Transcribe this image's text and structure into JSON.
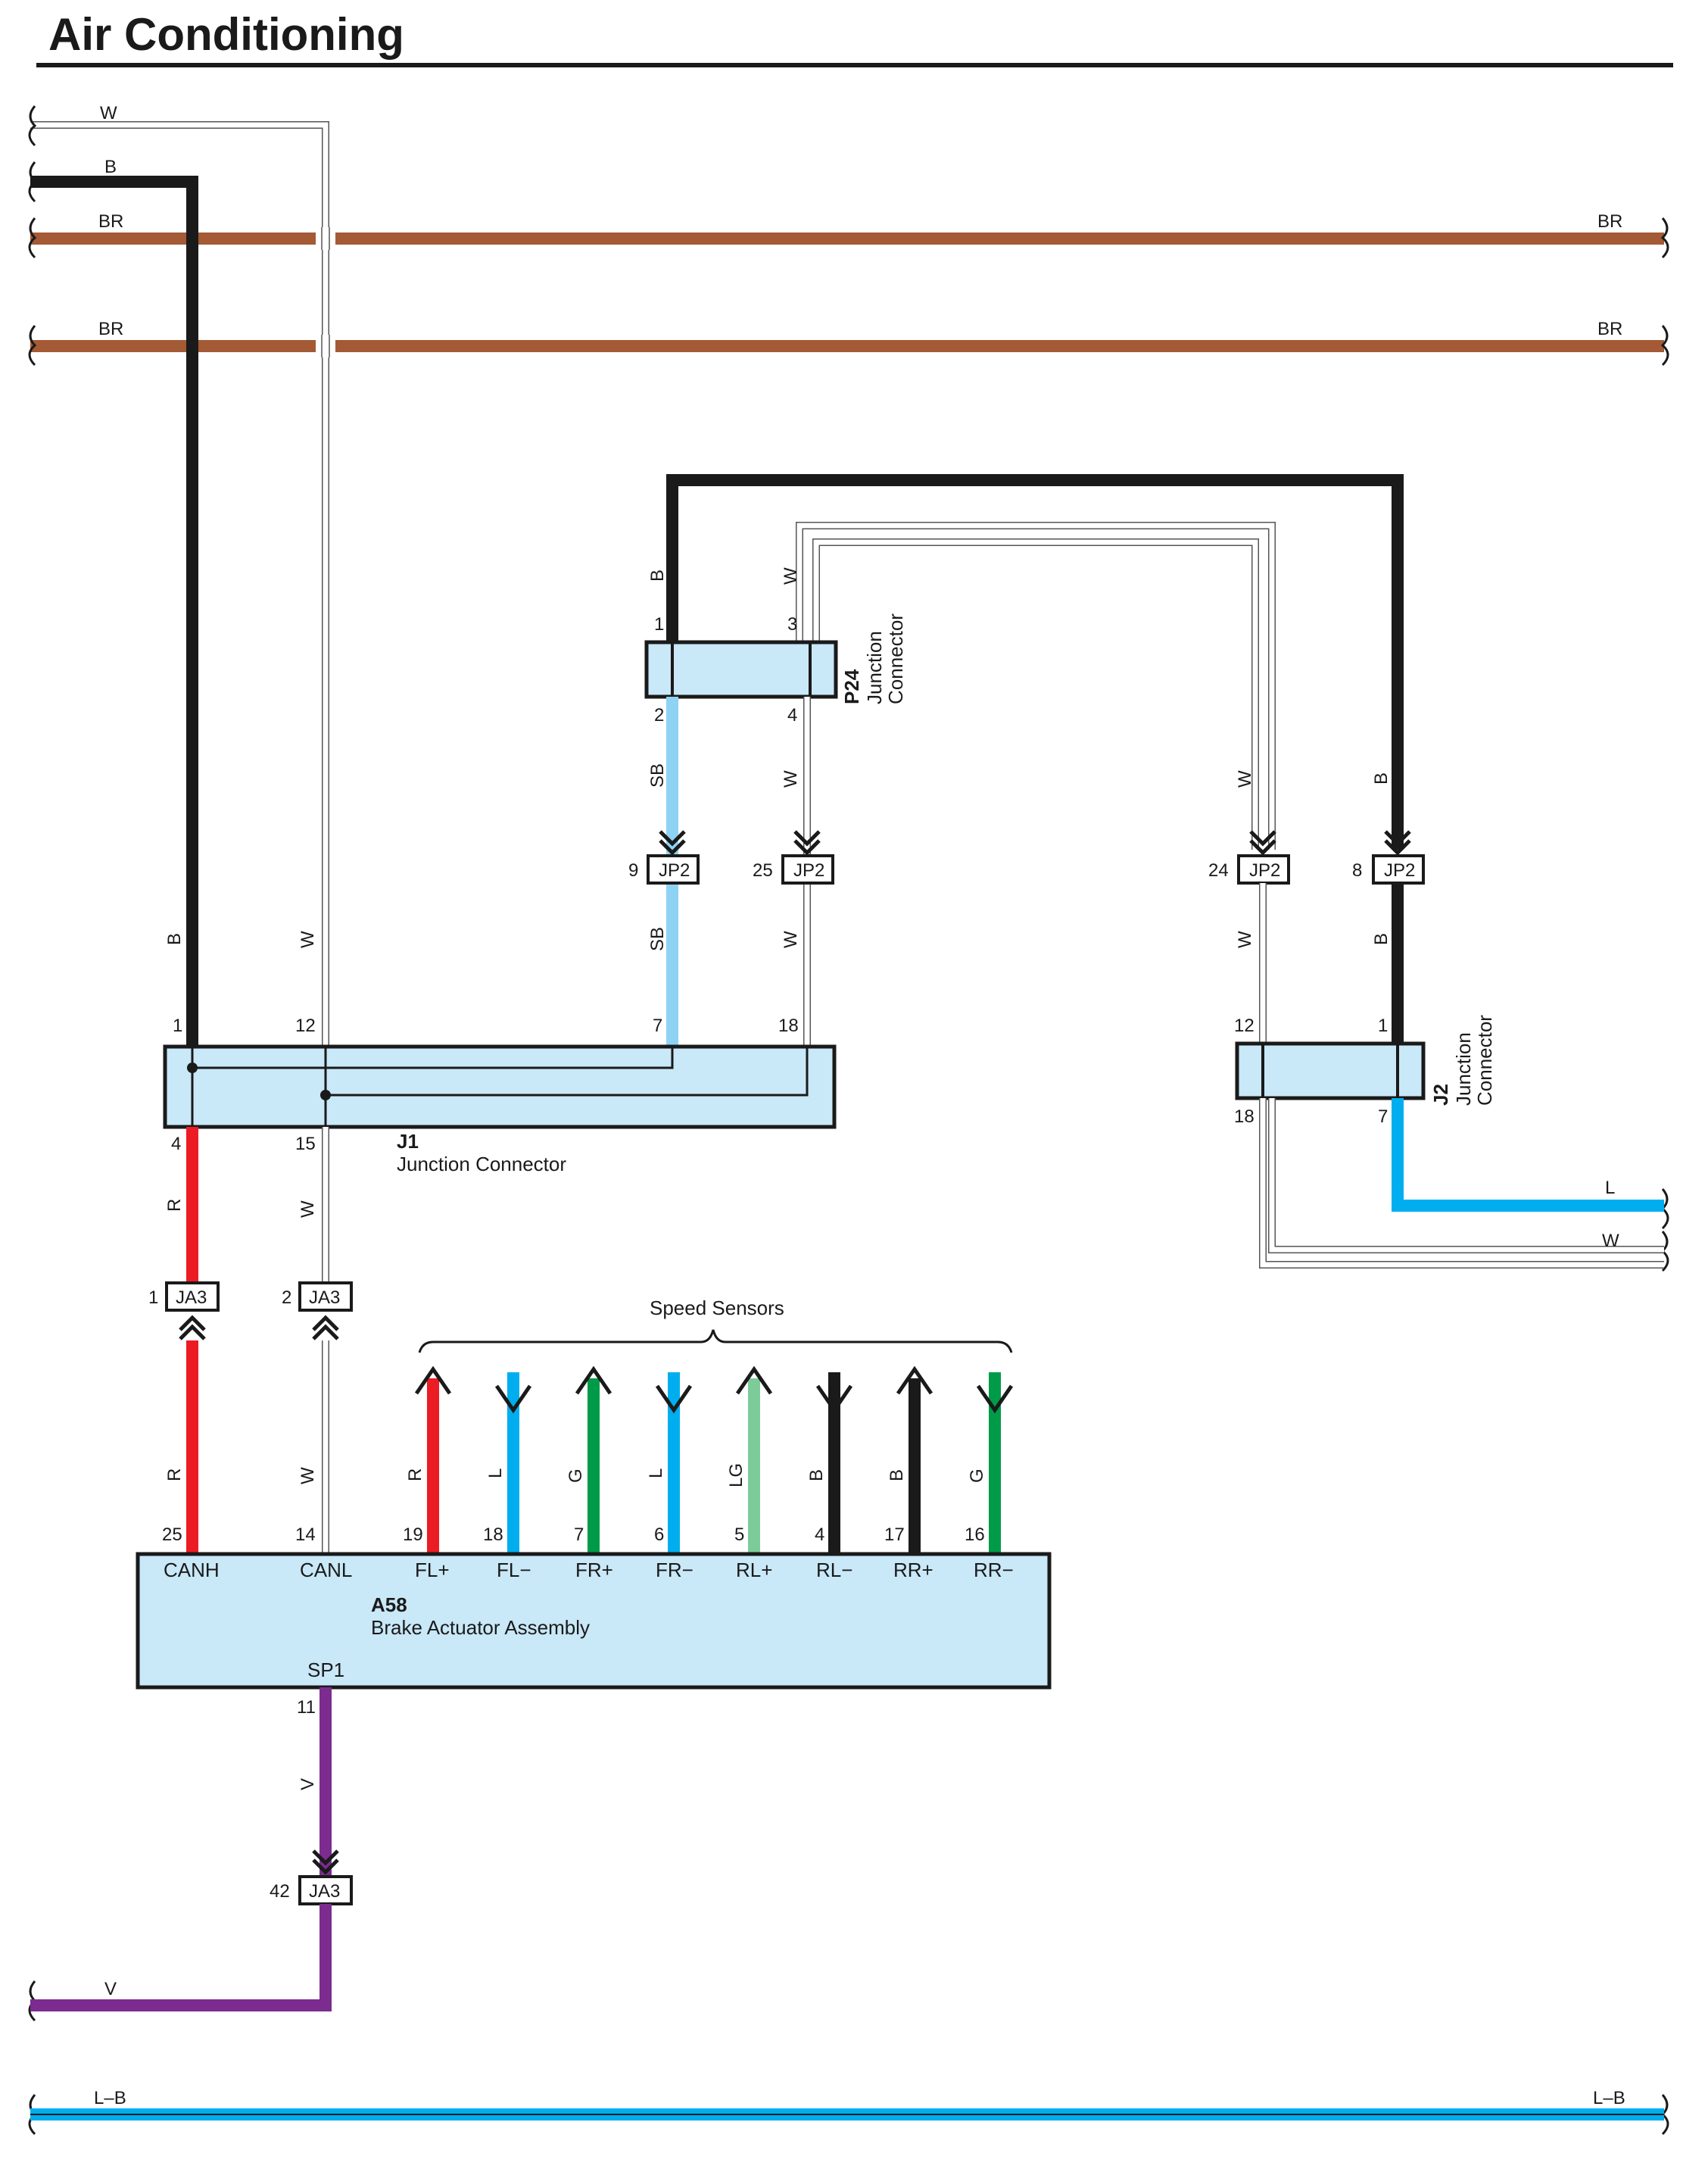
{
  "title": "Air Conditioning",
  "colors": {
    "W": "#ffffff",
    "B": "#1a1a1a",
    "BR": "#a35a35",
    "SB": "#8fd3f4",
    "R": "#ec1c24",
    "L": "#00aeef",
    "G": "#009b48",
    "LG": "#7dcb99",
    "V": "#7b2c8e",
    "LB": "#00aeef",
    "box": "#c9e8f8"
  },
  "top_wires": {
    "w": "W",
    "b": "B",
    "br1_left": "BR",
    "br1_right": "BR",
    "br2_left": "BR",
    "br2_right": "BR"
  },
  "bottom_wires": {
    "v": "V",
    "lb_left": "L–B",
    "lb_right": "L–B"
  },
  "connectors": {
    "p24": {
      "id": "P24",
      "desc1": "Junction",
      "desc2": "Connector",
      "pins": {
        "p1": "1",
        "p2": "2",
        "p3": "3",
        "p4": "4"
      },
      "wire_labels": {
        "in_left": "B",
        "in_right": "W",
        "out_left": "SB",
        "out_right": "W"
      }
    },
    "j1": {
      "id": "J1",
      "desc": "Junction Connector",
      "pins": {
        "p1": "1",
        "p12": "12",
        "p7": "7",
        "p18": "18",
        "p4": "4",
        "p15": "15"
      },
      "wire_labels": {
        "b": "B",
        "w": "W",
        "sb": "SB",
        "w2": "W",
        "r": "R",
        "w3": "W"
      }
    },
    "j2": {
      "id": "J2",
      "desc1": "Junction",
      "desc2": "Connector",
      "pins": {
        "p12": "12",
        "p1": "1",
        "p18": "18",
        "p7": "7"
      },
      "wire_labels": {
        "w_in": "W",
        "b_in": "B",
        "w_mid": "W",
        "b_mid": "B",
        "l_out": "L",
        "w_out": "W"
      }
    },
    "jp2": [
      {
        "pin": "9",
        "id": "JP2"
      },
      {
        "pin": "25",
        "id": "JP2"
      },
      {
        "pin": "24",
        "id": "JP2"
      },
      {
        "pin": "8",
        "id": "JP2"
      }
    ],
    "ja3": [
      {
        "pin": "1",
        "id": "JA3"
      },
      {
        "pin": "2",
        "id": "JA3"
      },
      {
        "pin": "42",
        "id": "JA3"
      }
    ],
    "a58": {
      "id": "A58",
      "desc": "Brake Actuator Assembly",
      "bottom_terminal": "SP1",
      "bottom_pin": "11",
      "bottom_wire": "V",
      "terminals": [
        {
          "pin": "25",
          "name": "CANH",
          "wire": "R"
        },
        {
          "pin": "14",
          "name": "CANL",
          "wire": "W"
        },
        {
          "pin": "19",
          "name": "FL+",
          "wire": "R"
        },
        {
          "pin": "18",
          "name": "FL−",
          "wire": "L"
        },
        {
          "pin": "7",
          "name": "FR+",
          "wire": "G"
        },
        {
          "pin": "6",
          "name": "FR−",
          "wire": "L"
        },
        {
          "pin": "5",
          "name": "RL+",
          "wire": "LG"
        },
        {
          "pin": "4",
          "name": "RL−",
          "wire": "B"
        },
        {
          "pin": "17",
          "name": "RR+",
          "wire": "B"
        },
        {
          "pin": "16",
          "name": "RR−",
          "wire": "G"
        }
      ]
    }
  },
  "speed_sensors": {
    "label": "Speed Sensors"
  }
}
